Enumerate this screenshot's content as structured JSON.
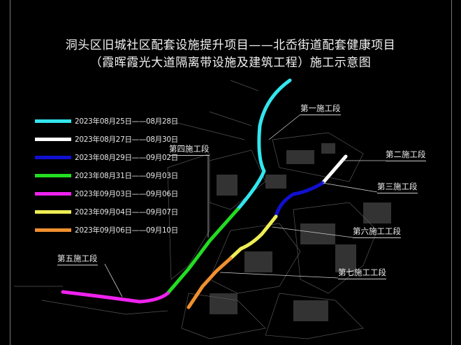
{
  "title": {
    "line1": "洞头区旧城社区配套设施提升项目——北岙街道配套健康项目",
    "line2": "（霞晖霞光大道隔离带设施及建筑工程）施工示意图"
  },
  "legend": [
    {
      "text": "2023年08月25日——08月28日",
      "color": "#33e6ee"
    },
    {
      "text": "2023年08月27日——08月30日",
      "color": "#ffffff"
    },
    {
      "text": "2023年08月29日——09月02日",
      "color": "#1010d0"
    },
    {
      "text": "2023年08月31日——09月03日",
      "color": "#22dd22"
    },
    {
      "text": "2023年09月03日——09月06日",
      "color": "#ee22ee"
    },
    {
      "text": "2023年09月04日——09月07日",
      "color": "#eeee55"
    },
    {
      "text": "2023年09月06日——09月10日",
      "color": "#f09030"
    }
  ],
  "sections": {
    "s1": "第一施工段",
    "s2": "第二施工段",
    "s3": "第三施工段",
    "s4": "第四施工段",
    "s5": "第五施工段",
    "s6": "第六施工工段",
    "s7": "第七施工工段"
  }
}
